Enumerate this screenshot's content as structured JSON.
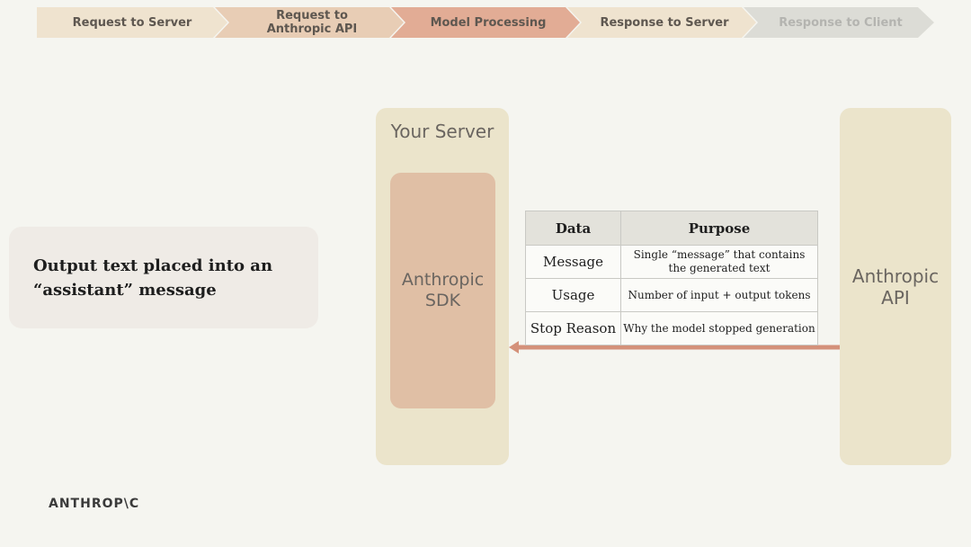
{
  "process_steps": [
    {
      "label": "Request to Server",
      "fill": "#efe3cf",
      "state": "done"
    },
    {
      "label": "Request to\nAnthropic API",
      "fill": "#e8cdb5",
      "state": "done"
    },
    {
      "label": "Model Processing",
      "fill": "#e2ac95",
      "state": "done"
    },
    {
      "label": "Response to Server",
      "fill": "#efe3cf",
      "state": "active"
    },
    {
      "label": "Response to Client",
      "fill": "#dcdcd6",
      "state": "pending"
    }
  ],
  "output_box": {
    "text": "Output text placed into an “assistant” message"
  },
  "server": {
    "title": "Your Server",
    "sdk_label": "Anthropic\nSDK"
  },
  "api": {
    "label": "Anthropic\nAPI"
  },
  "table": {
    "headers": [
      "Data",
      "Purpose"
    ],
    "rows": [
      {
        "data": "Message",
        "purpose": "Single “message” that contains the generated text"
      },
      {
        "data": "Usage",
        "purpose": "Number of input + output tokens"
      },
      {
        "data": "Stop Reason",
        "purpose": "Why the model stopped generation"
      }
    ]
  },
  "logo": {
    "text": "ANTHROP\\C"
  },
  "colors": {
    "background": "#f5f5f0",
    "column": "#ebe4cb",
    "sdk_box": "#e0bfa5",
    "arrow": "#d4917a"
  }
}
